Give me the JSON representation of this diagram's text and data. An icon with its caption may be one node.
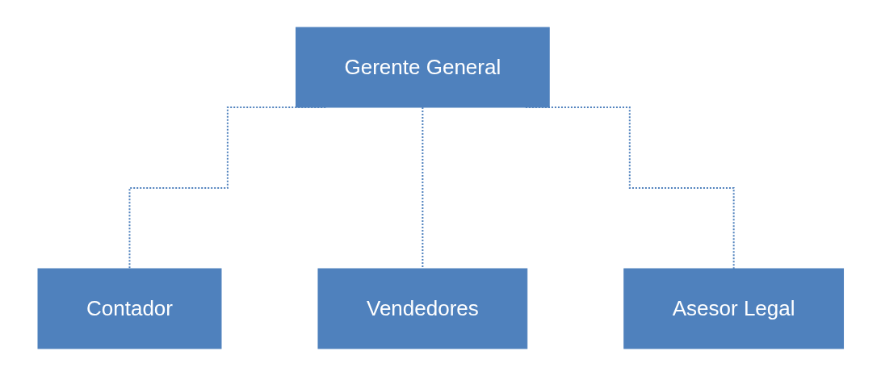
{
  "diagram": {
    "nodes": [
      {
        "text": [
          "Gerente General"
        ]
      },
      {
        "text": [
          "Contador"
        ]
      },
      {
        "text": [
          "Vendedores"
        ]
      },
      {
        "text": [
          "Asesor Legal"
        ]
      }
    ],
    "edges": [
      {
        "from": 0,
        "to": 1,
        "arrow": "none",
        "style": "dashed"
      },
      {
        "from": 0,
        "to": 2,
        "arrow": "none",
        "style": "dashed"
      },
      {
        "from": 0,
        "to": 3,
        "arrow": "none",
        "style": "dashed"
      }
    ]
  }
}
